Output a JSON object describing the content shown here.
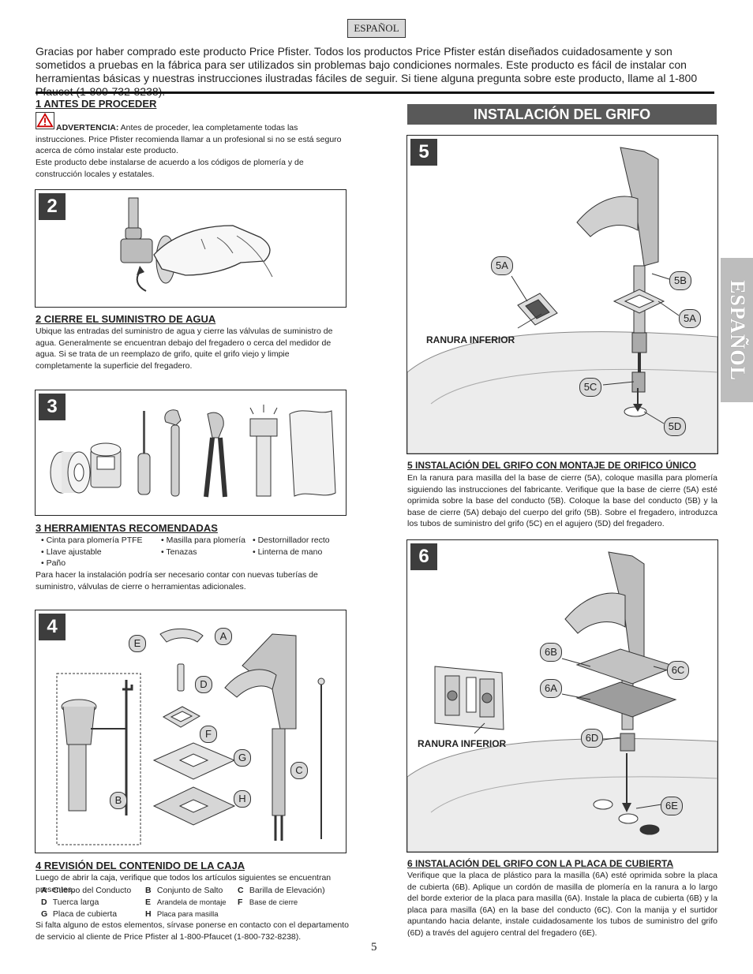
{
  "language_tag": "ESPAÑOL",
  "side_tab": "ESPAÑOL",
  "intro": "Gracias por haber comprado este producto Price Pfister. Todos los productos Price Pfister están diseñados cuidadosamente y son sometidos a pruebas en la fábrica para ser utilizados sin problemas bajo condiciones normales. Este producto es fácil de instalar con herramientas básicas y nuestras instrucciones ilustradas fáciles de seguir. Si tiene alguna pregunta sobre este producto, llame al 1-800 Pfaucet (1-800-732-8238).",
  "section1": {
    "heading": "1  ANTES DE PROCEDER",
    "warning_label": "ADVERTENCIA:",
    "warning_text": " Antes de proceder, lea completamente todas las instrucciones. Price Pfister recomienda llamar a un profesional si no se está seguro acerca de cómo instalar este producto.",
    "text2": "Este producto debe instalarse de acuerdo a los códigos de plomería y de construcción locales y estatales."
  },
  "fig2": {
    "num": "2"
  },
  "section2": {
    "heading": "2  CIERRE EL SUMINISTRO DE AGUA",
    "text": "Ubique las entradas del suministro de agua y cierre las válvulas de suministro de agua. Generalmente se encuentran debajo del fregadero o cerca del medidor de agua. Si se trata de un reemplazo de grifo, quite el grifo viejo y limpie completamente la superficie del fregadero."
  },
  "fig3": {
    "num": "3"
  },
  "section3": {
    "heading": "3  HERRAMIENTAS RECOMENDADAS",
    "col1": [
      "• Cinta para plomería PTFE",
      "• Llave ajustable",
      "• Paño"
    ],
    "col2": [
      "• Masilla para plomería",
      "• Tenazas"
    ],
    "col3": [
      "• Destornillador recto",
      "• Linterna de mano"
    ],
    "text": "Para hacer la instalación podría ser necesario contar con nuevas tuberías de suministro, válvulas de cierre o herramientas adicionales."
  },
  "fig4": {
    "num": "4",
    "callouts": {
      "a": "A",
      "b": "B",
      "c": "C",
      "d": "D",
      "e": "E",
      "f": "F",
      "g": "G",
      "h": "H"
    }
  },
  "section4": {
    "heading": "4  REVISIÓN DEL CONTENIDO DE LA CAJA",
    "text": "Luego de abrir la caja, verifique que todos los artículos siguientes se encuentran presentes.",
    "parts": [
      {
        "letter": "A",
        "name": "Cuerpo del Conducto"
      },
      {
        "letter": "B",
        "name": "Conjunto de Salto"
      },
      {
        "letter": "C",
        "name": "Barilla de Elevación)"
      },
      {
        "letter": "D",
        "name": "Tuerca larga"
      },
      {
        "letter": "E",
        "name": "Arandela de montaje"
      },
      {
        "letter": "F",
        "name": "Base de cierre"
      },
      {
        "letter": "G",
        "name": "Placa de cubierta"
      },
      {
        "letter": "H",
        "name": "Placa para masilla"
      }
    ],
    "text2": "Si falta alguno de estos elementos, sírvase ponerse en contacto con el departamento de servicio al cliente de Price Pfister al 1-800-Pfaucet (1-800-732-8238)."
  },
  "banner": "INSTALACIÓN DEL GRIFO",
  "fig5": {
    "num": "5",
    "label": "RANURA INFERIOR",
    "callouts": {
      "c5a_left": "5A",
      "c5b": "5B",
      "c5a_right": "5A",
      "c5c": "5C",
      "c5d": "5D"
    }
  },
  "section5": {
    "heading": "5  INSTALACIÓN DEL GRIFO CON MONTAJE DE ORIFICO ÚNICO",
    "text": "En la ranura para masilla del la base de cierre (5A), coloque masilla para plomería siguiendo las instrucciones del fabricante. Verifique que la base de cierre (5A) esté oprimida sobre la base del conducto (5B). Coloque la base del conducto (5B) y la base de cierre (5A) debajo del cuerpo del grifo (5B). Sobre el fregadero, introduzca los tubos de suministro del grifo (5C) en el agujero (5D) del fregadero."
  },
  "fig6": {
    "num": "6",
    "label": "RANURA INFERIOR",
    "callouts": {
      "c6b": "6B",
      "c6c": "6C",
      "c6a": "6A",
      "c6d": "6D",
      "c6e": "6E"
    }
  },
  "section6": {
    "heading": "6  INSTALACIÓN DEL GRIFO CON LA PLACA DE CUBIERTA",
    "text": "Verifique que la placa de plástico para la masilla (6A) esté oprimida sobre la placa de cubierta (6B). Aplique un cordón de masilla de plomería en la ranura a lo largo del borde exterior de la placa para masilla (6A). Instale la placa de cubierta (6B) y la placa para masilla (6A) en la base del conducto (6C). Con la manija y el surtidor apuntando hacia delante, instale cuidadosamente los tubos de suministro del grifo (6D) a través del agujero central del fregadero (6E)."
  },
  "page_number": "5"
}
